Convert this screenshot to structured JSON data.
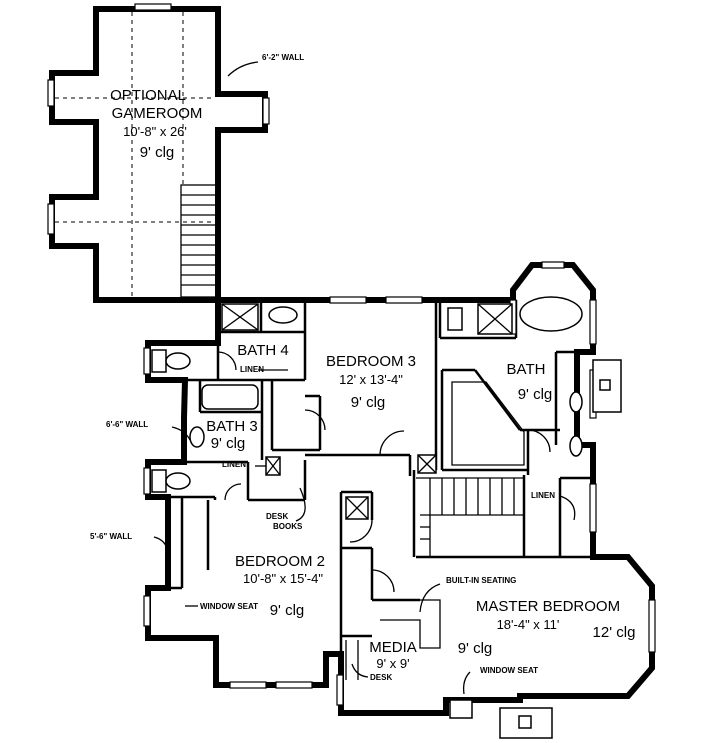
{
  "rooms": {
    "gameroom": {
      "name_line1": "OPTIONAL",
      "name_line2": "GAMEROOM",
      "dims": "10'-8\" x 26'",
      "ceiling": "9' clg"
    },
    "bath4": {
      "name": "BATH 4"
    },
    "bedroom3": {
      "name": "BEDROOM 3",
      "dims": "12' x 13'-4\"",
      "ceiling": "9' clg"
    },
    "bath": {
      "name": "BATH",
      "ceiling": "9' clg"
    },
    "bath3": {
      "name": "BATH 3",
      "ceiling": "9' clg"
    },
    "bedroom2": {
      "name": "BEDROOM 2",
      "dims": "10'-8\" x 15'-4\"",
      "ceiling": "9' clg"
    },
    "master": {
      "name": "MASTER BEDROOM",
      "dims": "18'-4\" x 11'",
      "ceiling": "12' clg"
    },
    "media": {
      "name": "MEDIA",
      "dims": "9' x 9'",
      "ceiling": "9' clg"
    }
  },
  "notes": {
    "wall_6_2": "6'-2\" WALL",
    "wall_6_6": "6'-6\" WALL",
    "wall_5_6": "5'-6\" WALL",
    "linen_bath4": "LINEN",
    "linen_bath3": "LINEN",
    "linen_master": "LINEN",
    "desk_books_1": "DESK",
    "desk_books_2": "BOOKS",
    "window_seat_bed2": "WINDOW SEAT",
    "built_in_seating": "BUILT-IN SEATING",
    "desk_media": "DESK",
    "window_seat_master": "WINDOW SEAT"
  }
}
